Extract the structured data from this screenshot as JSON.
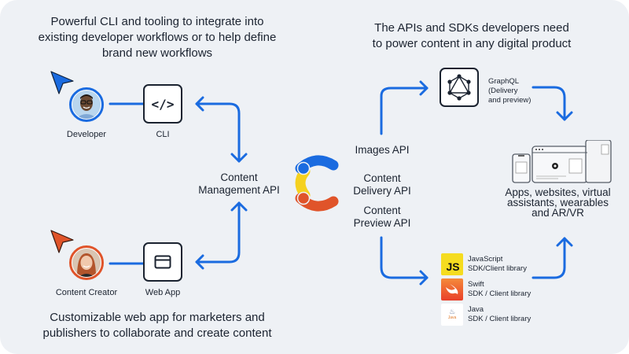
{
  "captions": {
    "top_left": [
      "Powerful CLI and tooling to integrate into",
      "existing developer workflows or to help define",
      "brand new workflows"
    ],
    "bottom_left": [
      "Customizable web app for marketers and",
      "publishers to collaborate and create content"
    ],
    "top_right": [
      "The APIs and SDKs developers need",
      "to power content in any digital product"
    ]
  },
  "actors": {
    "developer": {
      "label": "Developer",
      "ring_color": "#1a6be0",
      "cursor_color": "#1a6be0"
    },
    "creator": {
      "label": "Content Creator",
      "ring_color": "#e0542a",
      "cursor_color": "#e0542a"
    }
  },
  "tools": {
    "cli": {
      "label": "CLI",
      "icon": "code-icon",
      "glyph": "</>"
    },
    "webapp": {
      "label": "Web App",
      "icon": "browser-window-icon"
    }
  },
  "cma": {
    "line1": "Content",
    "line2": "Management API"
  },
  "logo": {
    "name": "contentful-logo",
    "colors": {
      "blue": "#1a6be0",
      "yellow": "#f5d11f",
      "orange": "#e0542a"
    }
  },
  "apis": [
    {
      "line1": "Images API",
      "line2": ""
    },
    {
      "line1": "Content",
      "line2": "Delivery API"
    },
    {
      "line1": "Content",
      "line2": "Preview API"
    }
  ],
  "graphql": {
    "line1": "GraphQL",
    "line2": "(Delivery",
    "line3": "and preview)",
    "icon": "graphql-icon"
  },
  "sdks": [
    {
      "name": "JavaScript",
      "desc": "SDK/Client library",
      "icon": "javascript-icon",
      "badge": "JS",
      "color": "#f5dc1f"
    },
    {
      "name": "Swift",
      "desc": "SDK / Client library",
      "icon": "swift-icon",
      "color": "#f0592a"
    },
    {
      "name": "Java",
      "desc": "SDK / Client library",
      "icon": "java-icon",
      "badge": "Java",
      "color": "#ffffff"
    }
  ],
  "destination": {
    "lines": [
      "Apps, websites, virtual",
      "assistants, wearables",
      "and AR/VR"
    ],
    "icon": "devices-icon"
  },
  "accent_color": "#1a6be0"
}
